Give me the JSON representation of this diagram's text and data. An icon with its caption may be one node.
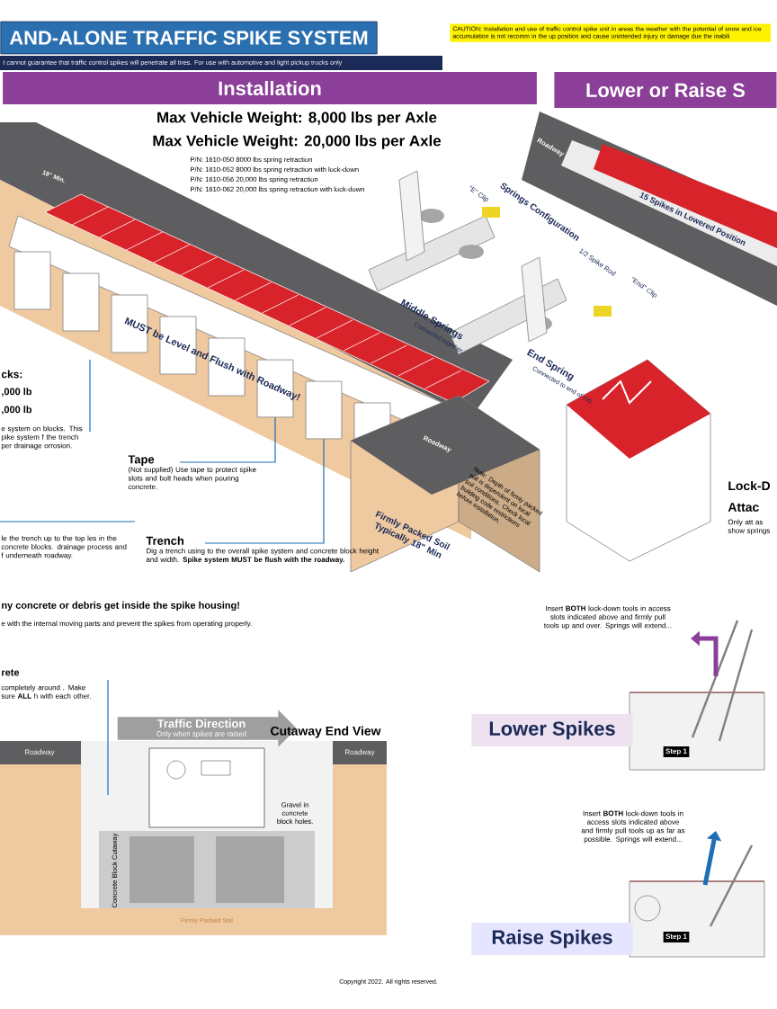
{
  "diagram": {
    "title": "AND-ALONE TRAFFIC SPIKE SYSTEM",
    "nodes": [
      {
        "text": [
          "CAUTION: Installation and use of traffic control spike unit in areas tha weather with the potential of snow and ice accumulation is not recomm in the up position and cause unintended injury or damage due the inabili"
        ]
      },
      {
        "text": [
          "Installation"
        ]
      },
      {
        "text": [
          "Lower or Raise S"
        ]
      },
      {
        "text": [
          "Tape",
          "(Not supplied) Use tape to protect spike slots and bolt heads when pouring concrete."
        ]
      },
      {
        "text": [
          "Trench",
          "Dig a trench using to the overall spike system and concrete block height and width. **Spike system MUST be flush with the roadway.**"
        ]
      },
      {
        "text": [
          "Traffic Direction",
          "Only when spikes are raised"
        ]
      },
      {
        "text": [
          "Lower Spikes"
        ]
      },
      {
        "text": [
          "Raise Spikes"
        ]
      },
      {
        "text": [
          "Step 1"
        ]
      },
      {
        "text": [
          "Step 1"
        ]
      },
      {
        "text": [],
        "shape": "box"
      },
      {
        "text": [],
        "shape": "box"
      }
    ],
    "edges": [
      {
        "from": 3,
        "to": 10,
        "arrow": "none"
      },
      {
        "from": 4,
        "to": 11,
        "arrow": "none"
      }
    ],
    "labels": [
      "t cannot guarantee that traffic control spikes will penetrate all tires. For use with automotive and light pickup trucks only",
      "Max Vehicle Weight: 8,000 lbs per Axle",
      "Max Vehicle Weight: 20,000 lbs per Axle",
      "P/N: 1610-050 8000 lbs spring retraction",
      "P/N: 1610-052 8000 lbs spring retraction with lock-down",
      "P/N: 1610-056 20,000 lbs spring retraction",
      "P/N: 1610-062 20,000 lbs spring retraction with lock-down",
      "18\" Min.",
      "MUST be Level and Flush with Roadway!",
      "Springs Configuration",
      "1/2 Spike Rod",
      "\"E\" Clip",
      "\"End\" Clip",
      "Middle Springs",
      "Connected together.",
      "End Spring",
      "Connected to end of rod.",
      "Roadway",
      "15 Spikes in Lowered Position",
      "Roadway",
      "Firmly Packed Soil Typically 18\" Min",
      "Note: Depth of firmly packed soil is dependent on local soil conditions. Check local building code restrictions before installation.",
      "cks:",
      ",000 lb",
      ",000 lb",
      "e system on blocks. This pike system f the trench per drainage orrosion.",
      "le the trench up to the top les in the concrete blocks. drainage process and f underneath roadway.",
      "ny concrete or debris get inside the spike housing!",
      "e with the internal moving parts and prevent the spikes from operating properly.",
      "rete",
      "completely around . Make sure **ALL** h with each other.",
      "Cutaway End View",
      "Roadway",
      "Roadway",
      "Gravel in concrete block holes.",
      "Concrete Block Cutaway",
      "Firmly Packed Soil",
      "Lock-D",
      "Attac",
      "Only att as show springs",
      "Insert **BOTH** lock-down tools in access slots indicated above and firmly pull tools up and over. Springs will extend...",
      "Insert **BOTH** lock-down tools in access slots indicated above and firmly pull tools up as far as possible. Springs will extend...",
      "Copyright 2022. All rights reserved."
    ]
  }
}
